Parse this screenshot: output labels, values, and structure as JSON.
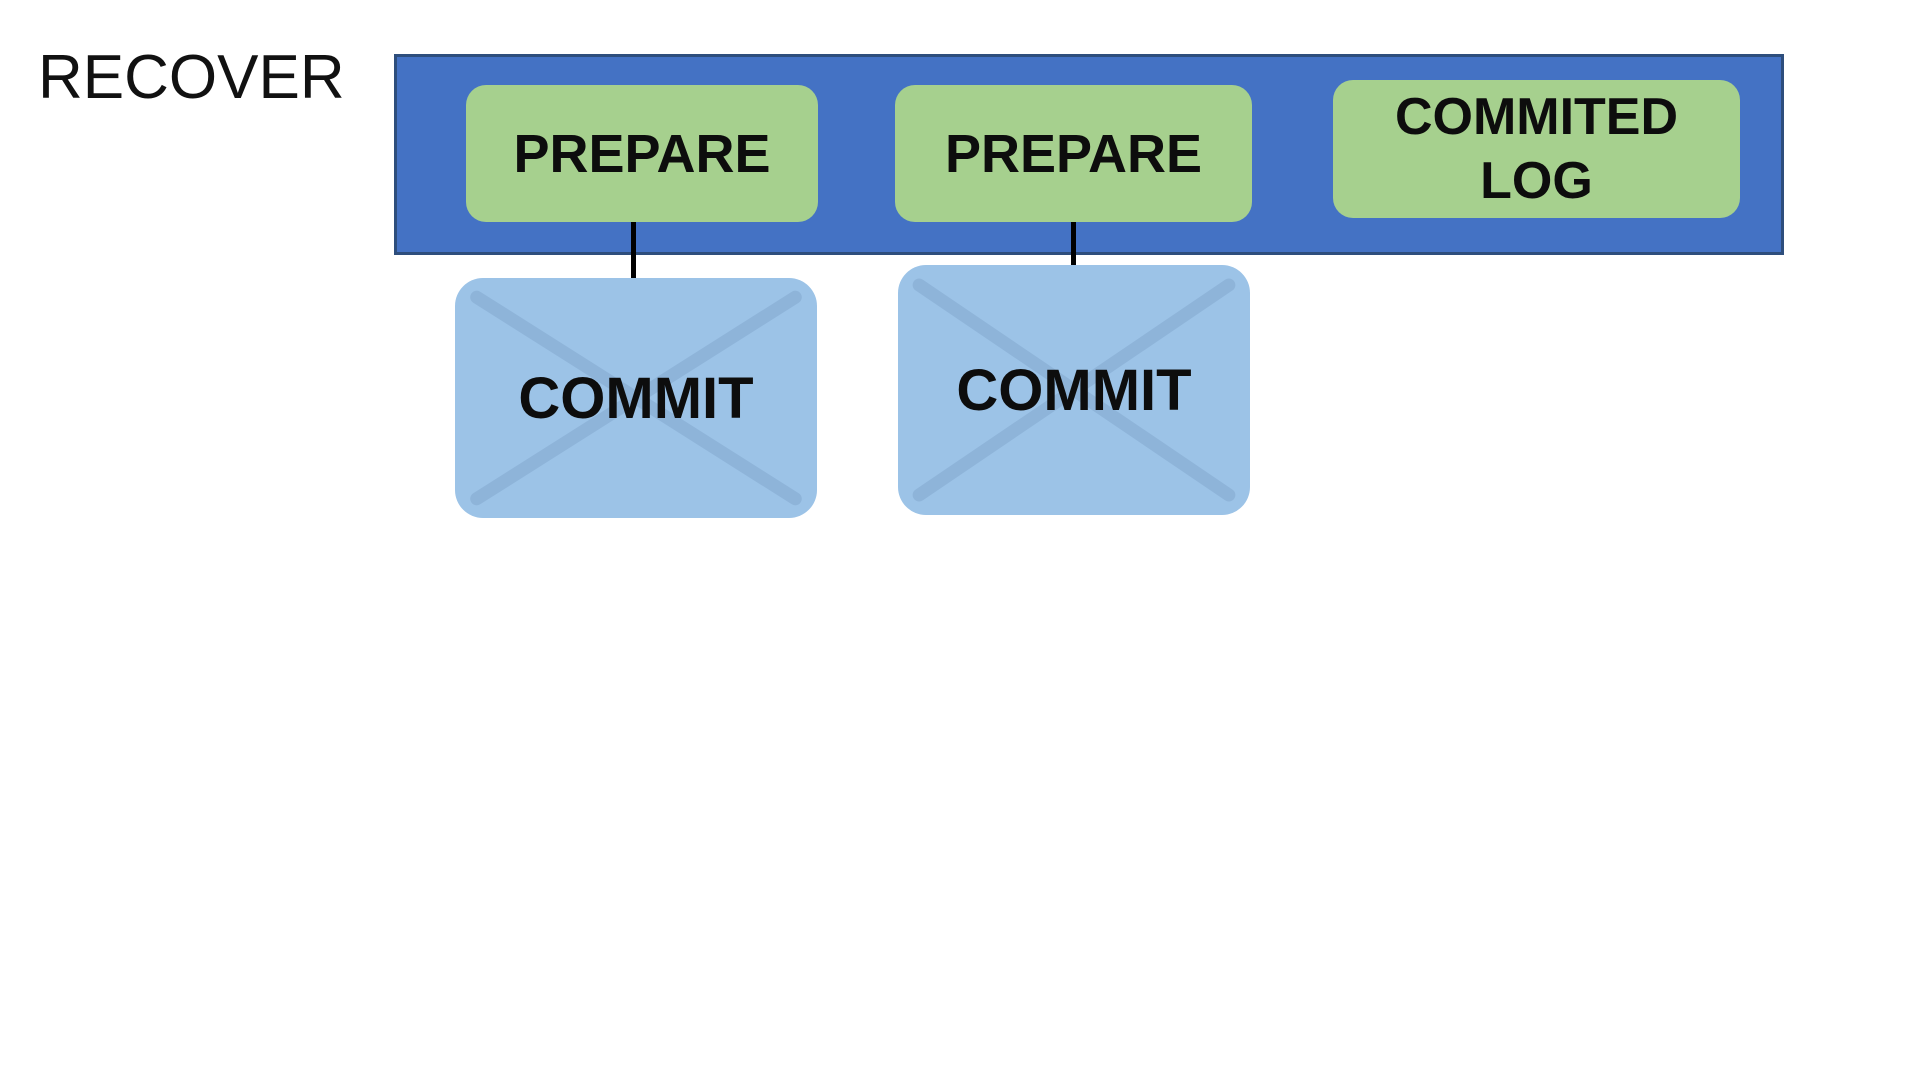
{
  "diagram": {
    "title": "RECOVER",
    "nodes": {
      "prepare_1": {
        "label": "PREPARE",
        "state": "logged"
      },
      "prepare_2": {
        "label": "PREPARE",
        "state": "logged"
      },
      "commited_log": {
        "label_line1": "COMMITED",
        "label_line2": "LOG"
      },
      "commit_1": {
        "label": "COMMIT",
        "state": "crossed-out"
      },
      "commit_2": {
        "label": "COMMIT",
        "state": "crossed-out"
      }
    },
    "connectors": [
      {
        "from": "prepare_1",
        "to": "commit_1"
      },
      {
        "from": "prepare_2",
        "to": "commit_2"
      }
    ]
  },
  "colors": {
    "bar_fill": "#4472C4",
    "bar_border": "#2E4E7C",
    "green_node_fill": "#A6D08E",
    "blue_node_fill": "#9CC3E7",
    "connector": "#000000",
    "text": "#0D0D0D",
    "watermark_x": "#2F4E7C",
    "background": "#FFFFFF"
  }
}
